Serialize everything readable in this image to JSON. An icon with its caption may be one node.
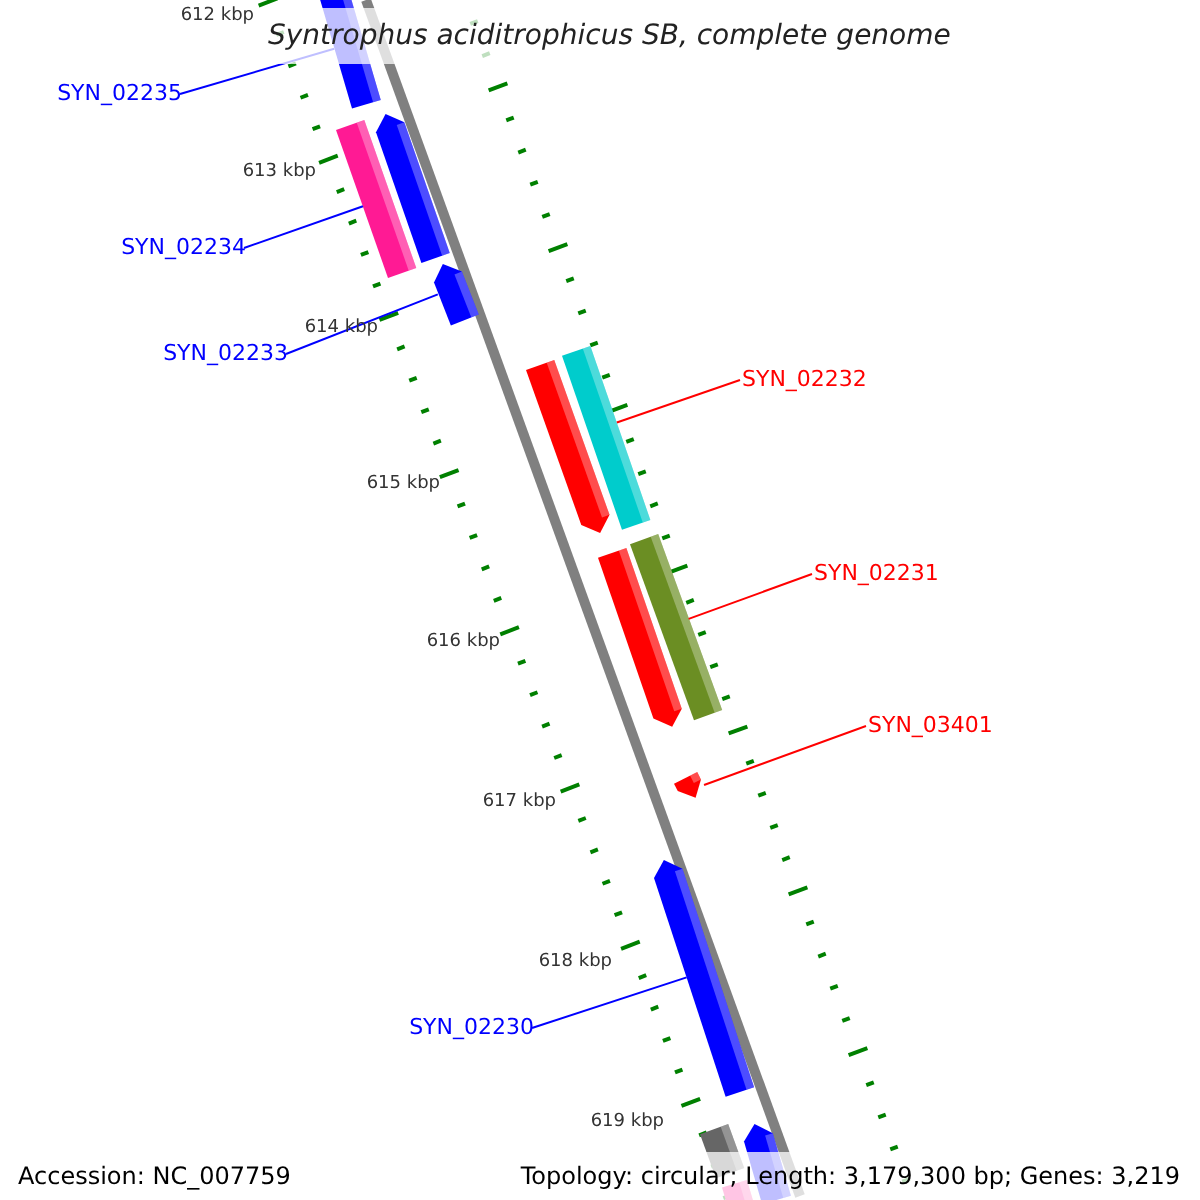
{
  "diagram": {
    "title": "Syntrophus aciditrophicus SB, complete genome",
    "nodes": [
      {
        "text": [
          "SYN_02235"
        ]
      },
      {
        "text": [
          "SYN_02234"
        ]
      },
      {
        "text": [
          "SYN_02233"
        ]
      },
      {
        "text": [
          "SYN_02232"
        ]
      },
      {
        "text": [
          "SYN_02231"
        ]
      },
      {
        "text": [
          "SYN_03401"
        ]
      },
      {
        "text": [
          "SYN_02230"
        ]
      },
      {
        "text": [],
        "shape": "bar"
      },
      {
        "text": [],
        "shape": "bar"
      },
      {
        "text": [],
        "shape": "bar"
      },
      {
        "text": [],
        "shape": "bar"
      },
      {
        "text": [],
        "shape": "bar"
      },
      {
        "text": [],
        "shape": "bar"
      },
      {
        "text": [],
        "shape": "bar"
      },
      {
        "text": [],
        "shape": "bar"
      },
      {
        "text": [],
        "shape": "bar"
      },
      {
        "text": [],
        "shape": "bar"
      },
      {
        "text": [],
        "shape": "bar"
      },
      {
        "text": [],
        "shape": "bar"
      },
      {
        "text": [],
        "shape": "bar"
      }
    ],
    "edges": [
      {
        "from": 0,
        "to": 7,
        "arrow": "none"
      },
      {
        "from": 1,
        "to": 8,
        "arrow": "none"
      },
      {
        "from": 2,
        "to": 10,
        "arrow": "none"
      },
      {
        "from": 3,
        "to": 12,
        "arrow": "none",
        "color": "#ff0000"
      },
      {
        "from": 4,
        "to": 14,
        "arrow": "none",
        "color": "#ff0000"
      },
      {
        "from": 5,
        "to": 15,
        "arrow": "none",
        "color": "#ff0000"
      },
      {
        "from": 6,
        "to": 16,
        "arrow": "none"
      }
    ],
    "labels": [
      "612 kbp",
      "613 kbp",
      "614 kbp",
      "615 kbp",
      "616 kbp",
      "617 kbp",
      "618 kbp",
      "619 kbp",
      "Accession: NC_007759",
      "Topology: circular; Length: 3,179,300 bp; Genes: 3,219"
    ]
  }
}
